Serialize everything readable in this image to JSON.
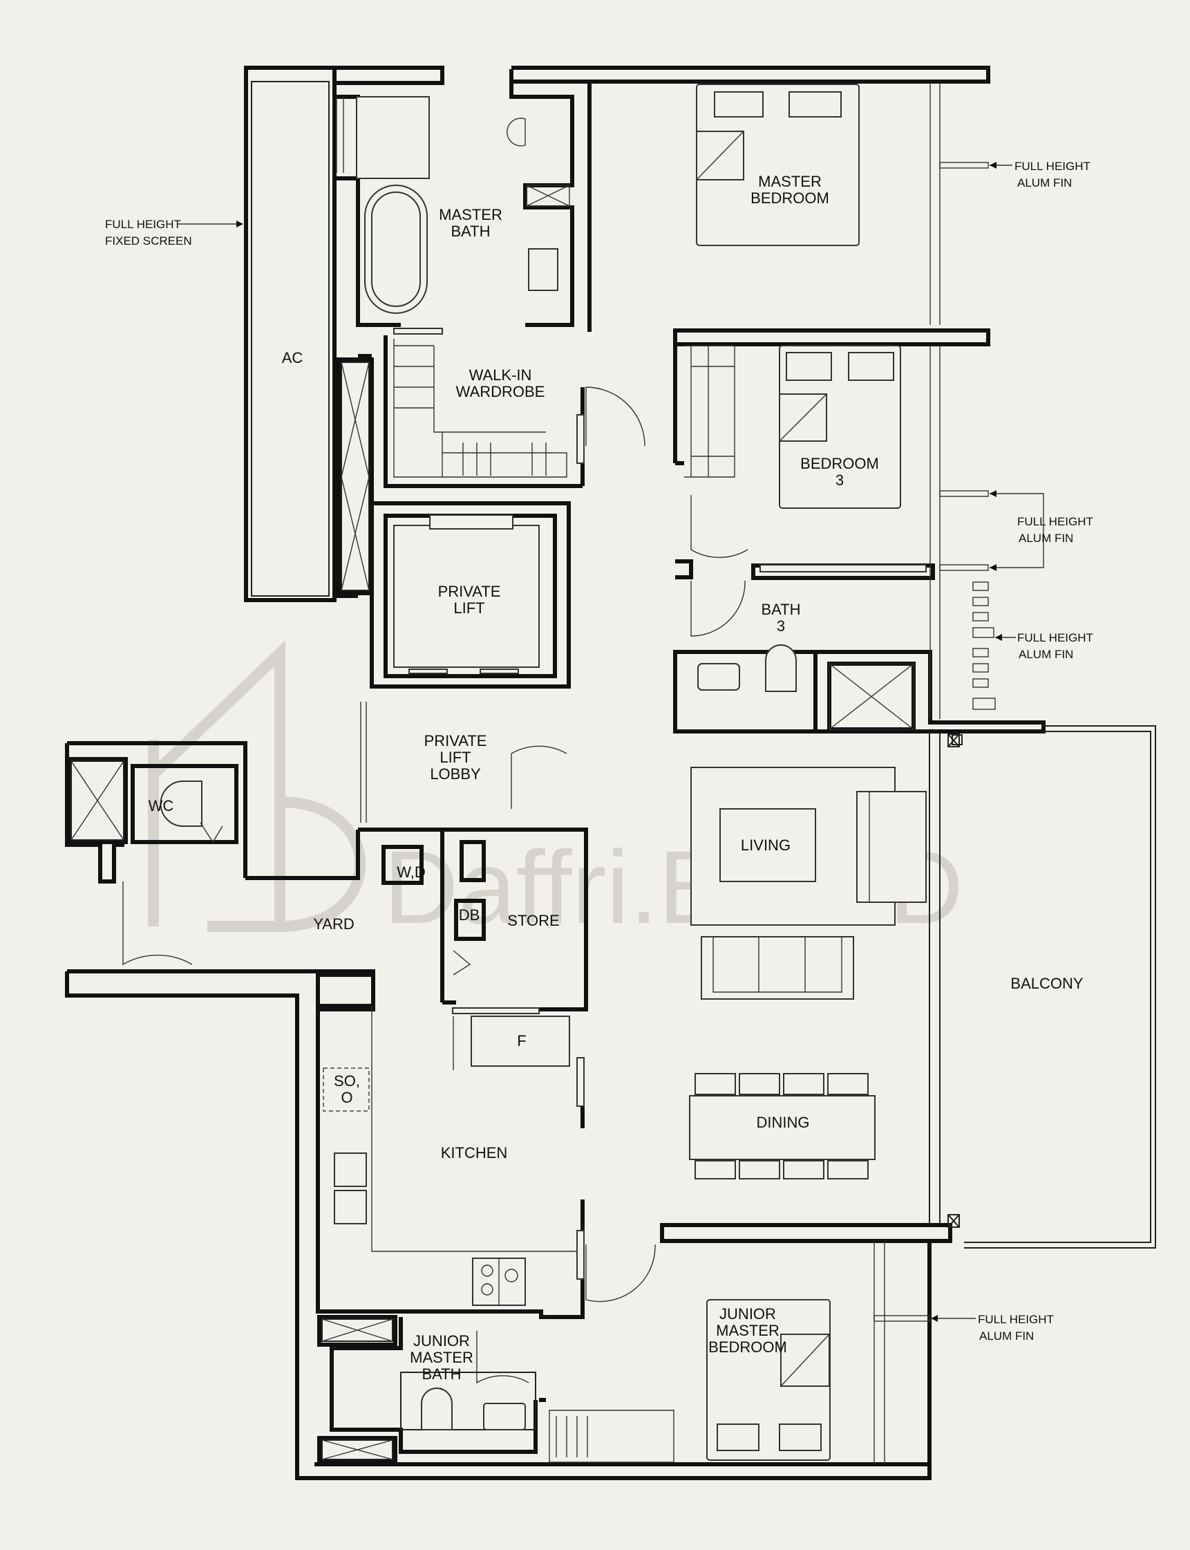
{
  "rooms": {
    "master_bedroom": [
      "MASTER",
      "BEDROOM"
    ],
    "master_bath": [
      "MASTER",
      "BATH"
    ],
    "walk_in_wardrobe": [
      "WALK-IN",
      "WARDROBE"
    ],
    "ac": "AC",
    "bedroom3": [
      "BEDROOM",
      "3"
    ],
    "bath3": [
      "BATH",
      "3"
    ],
    "private_lift": [
      "PRIVATE",
      "LIFT"
    ],
    "private_lift_lobby": [
      "PRIVATE",
      "LIFT",
      "LOBBY"
    ],
    "wc": "WC",
    "wd": "W,D",
    "db": "DB",
    "store": "STORE",
    "yard": "YARD",
    "living": "LIVING",
    "balcony": "BALCONY",
    "fridge": "F",
    "so_o": [
      "SO,",
      "O"
    ],
    "dining": "DINING",
    "kitchen": "KITCHEN",
    "junior_master_bath": [
      "JUNIOR",
      "MASTER",
      "BATH"
    ],
    "junior_master_bedroom": [
      "JUNIOR",
      "MASTER",
      "BEDROOM"
    ]
  },
  "annotations": {
    "fixed_screen": [
      "FULL HEIGHT",
      "FIXED SCREEN"
    ],
    "alum_fin": [
      "FULL HEIGHT",
      "ALUM FIN"
    ]
  },
  "watermark": "Daffri.BUILD"
}
